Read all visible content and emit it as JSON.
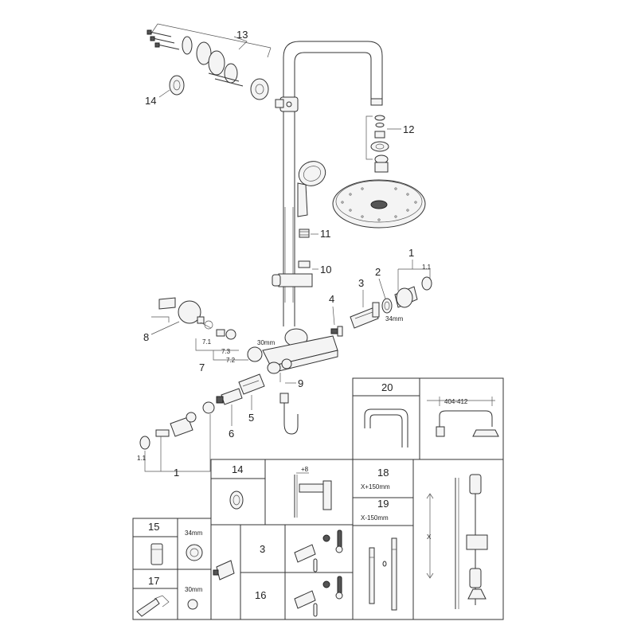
{
  "callouts": {
    "c1_top": "1",
    "c1_1_top": "1.1",
    "c2": "2",
    "c3": "3",
    "c4": "4",
    "c5": "5",
    "c6": "6",
    "c7": "7",
    "c7_1": "7.1",
    "c7_2": "7.2",
    "c7_3": "7.3",
    "c8": "8",
    "c9": "9",
    "c10": "10",
    "c11": "11",
    "c12": "12",
    "c13": "13",
    "c14": "14",
    "c1_bottom": "1",
    "c1_1_bottom": "1.1"
  },
  "dims": {
    "d34mm_main": "34mm",
    "d30mm_main": "30mm"
  },
  "panels": {
    "p20": {
      "num": "20",
      "dim": "404-412"
    },
    "p14": {
      "num": "14",
      "offset": "+8"
    },
    "p18": {
      "num": "18",
      "dim": "X+150mm"
    },
    "p19": {
      "num": "19",
      "dim": "X-150mm"
    },
    "x_marker": "X",
    "p15": {
      "num": "15",
      "dim": "34mm"
    },
    "p17": {
      "num": "17",
      "dim": "30mm"
    },
    "p3": {
      "num": "3"
    },
    "p16": {
      "num": "16"
    }
  }
}
